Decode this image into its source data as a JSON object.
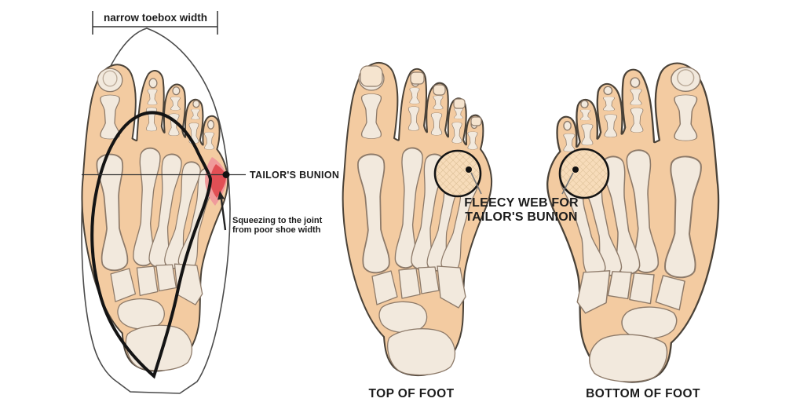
{
  "diagram": {
    "left_panel": {
      "measurement_label": "narrow toebox width",
      "bunion_label": "TAILOR'S BUNION",
      "squeeze_note_line1": "Squeezing to the joint",
      "squeeze_note_line2": "from poor shoe width"
    },
    "center_panel": {
      "pad_label_line1": "FLEECY WEB FOR",
      "pad_label_line2": "TAILOR'S BUNION",
      "caption": "TOP OF FOOT"
    },
    "right_panel": {
      "caption": "BOTTOM OF FOOT"
    },
    "colors": {
      "skin": "#f3cba1",
      "bone": "#f2e9dd",
      "bone_outline": "#8d7a69",
      "foot_outline": "#4a4238",
      "shoe_outline": "#141414",
      "thin_outline": "#4b4b4b",
      "bunion_red": "#e14f55",
      "bunion_pink": "#f09a9b",
      "pad_fill": "#f7dcba",
      "pad_hatch": "#d9bc93",
      "text": "#1c1c1c"
    }
  }
}
